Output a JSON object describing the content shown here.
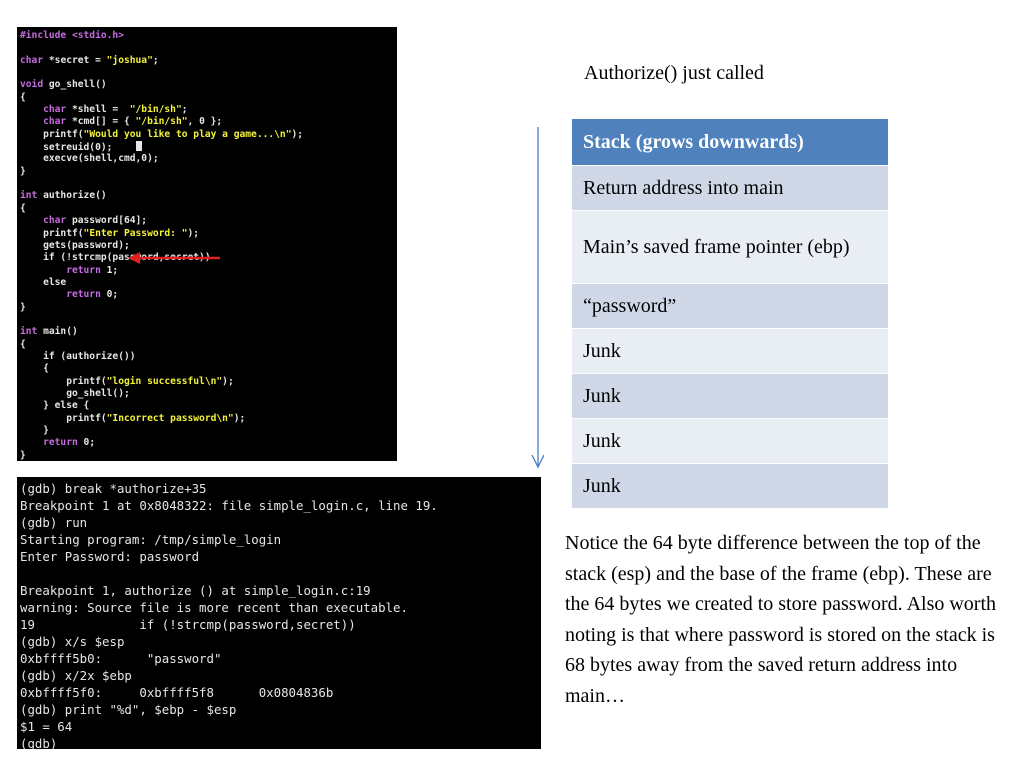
{
  "code_lines": [
    [
      {
        "t": "#include <stdio.h>",
        "c": "kw"
      }
    ],
    [],
    [
      {
        "t": "char ",
        "c": "kw"
      },
      {
        "t": "*secret = ",
        "c": "id"
      },
      {
        "t": "\"joshua\"",
        "c": "str"
      },
      {
        "t": ";",
        "c": "id"
      }
    ],
    [],
    [
      {
        "t": "void ",
        "c": "kw"
      },
      {
        "t": "go_shell()",
        "c": "id"
      }
    ],
    [
      {
        "t": "{",
        "c": "id"
      }
    ],
    [
      {
        "t": "    char ",
        "c": "kw"
      },
      {
        "t": "*shell =  ",
        "c": "id"
      },
      {
        "t": "\"/bin/sh\"",
        "c": "str"
      },
      {
        "t": ";",
        "c": "id"
      }
    ],
    [
      {
        "t": "    char ",
        "c": "kw"
      },
      {
        "t": "*cmd[] = { ",
        "c": "id"
      },
      {
        "t": "\"/bin/sh\"",
        "c": "str"
      },
      {
        "t": ", 0 };",
        "c": "id"
      }
    ],
    [
      {
        "t": "    printf(",
        "c": "id"
      },
      {
        "t": "\"Would you like to play a game...\\n\"",
        "c": "str"
      },
      {
        "t": ");",
        "c": "id"
      }
    ],
    [
      {
        "t": "    setreuid(0);    ",
        "c": "id"
      },
      {
        "t": "",
        "c": "cursor"
      }
    ],
    [
      {
        "t": "    execve(shell,cmd,0);",
        "c": "id"
      }
    ],
    [
      {
        "t": "}",
        "c": "id"
      }
    ],
    [],
    [
      {
        "t": "int ",
        "c": "kw"
      },
      {
        "t": "authorize()",
        "c": "id"
      }
    ],
    [
      {
        "t": "{",
        "c": "id"
      }
    ],
    [
      {
        "t": "    char ",
        "c": "kw"
      },
      {
        "t": "password[64];",
        "c": "id"
      }
    ],
    [
      {
        "t": "    printf(",
        "c": "id"
      },
      {
        "t": "\"Enter Password: \"",
        "c": "str"
      },
      {
        "t": ");",
        "c": "id"
      }
    ],
    [
      {
        "t": "    gets(password);",
        "c": "id"
      }
    ],
    [
      {
        "t": "    if (!strcmp(password,secret))",
        "c": "id"
      }
    ],
    [
      {
        "t": "        return ",
        "c": "kw"
      },
      {
        "t": "1;",
        "c": "id"
      }
    ],
    [
      {
        "t": "    else",
        "c": "id"
      }
    ],
    [
      {
        "t": "        return ",
        "c": "kw"
      },
      {
        "t": "0;",
        "c": "id"
      }
    ],
    [
      {
        "t": "}",
        "c": "id"
      }
    ],
    [],
    [
      {
        "t": "int ",
        "c": "kw"
      },
      {
        "t": "main()",
        "c": "id"
      }
    ],
    [
      {
        "t": "{",
        "c": "id"
      }
    ],
    [
      {
        "t": "    if (authorize())",
        "c": "id"
      }
    ],
    [
      {
        "t": "    {",
        "c": "id"
      }
    ],
    [
      {
        "t": "        printf(",
        "c": "id"
      },
      {
        "t": "\"login successful\\n\"",
        "c": "str"
      },
      {
        "t": ");",
        "c": "id"
      }
    ],
    [
      {
        "t": "        go_shell();",
        "c": "id"
      }
    ],
    [
      {
        "t": "    } else {",
        "c": "id"
      }
    ],
    [
      {
        "t": "        printf(",
        "c": "id"
      },
      {
        "t": "\"Incorrect password\\n\"",
        "c": "str"
      },
      {
        "t": ");",
        "c": "id"
      }
    ],
    [
      {
        "t": "    }",
        "c": "id"
      }
    ],
    [
      {
        "t": "    return ",
        "c": "kw"
      },
      {
        "t": "0;",
        "c": "id"
      }
    ],
    [
      {
        "t": "}",
        "c": "id"
      }
    ]
  ],
  "terminal_lines": [
    "(gdb) break *authorize+35",
    "Breakpoint 1 at 0x8048322: file simple_login.c, line 19.",
    "(gdb) run",
    "Starting program: /tmp/simple_login",
    "Enter Password: password",
    "",
    "Breakpoint 1, authorize () at simple_login.c:19",
    "warning: Source file is more recent than executable.",
    "19              if (!strcmp(password,secret))",
    "(gdb) x/s $esp",
    "0xbffff5b0:      \"password\"",
    "(gdb) x/2x $ebp",
    "0xbffff5f0:     0xbffff5f8      0x0804836b",
    "(gdb) print \"%d\", $ebp - $esp",
    "$1 = 64",
    "(gdb)"
  ],
  "title": "Authorize() just called",
  "stack_table": {
    "header": "Stack (grows downwards)",
    "rows": [
      "Return address into main",
      "Main’s saved frame pointer (ebp)",
      "“password”",
      "Junk",
      "Junk",
      "Junk",
      "Junk"
    ]
  },
  "note": "Notice the 64 byte difference between the top of the stack (esp) and the base of the frame (ebp). These are the 64 bytes we created to store password. Also worth noting is that where password is stored on the stack is 68 bytes away from the saved return address into main…",
  "colors": {
    "code_keyword": "#c66be0",
    "code_string": "#f2f23a",
    "code_text": "#e6e6e6",
    "arrow_red": "#e02020",
    "arrow_blue": "#4a7ec4",
    "table_header": "#4f81bd",
    "table_row_dark": "#d0d8e8",
    "table_row_light": "#e9edf4"
  }
}
